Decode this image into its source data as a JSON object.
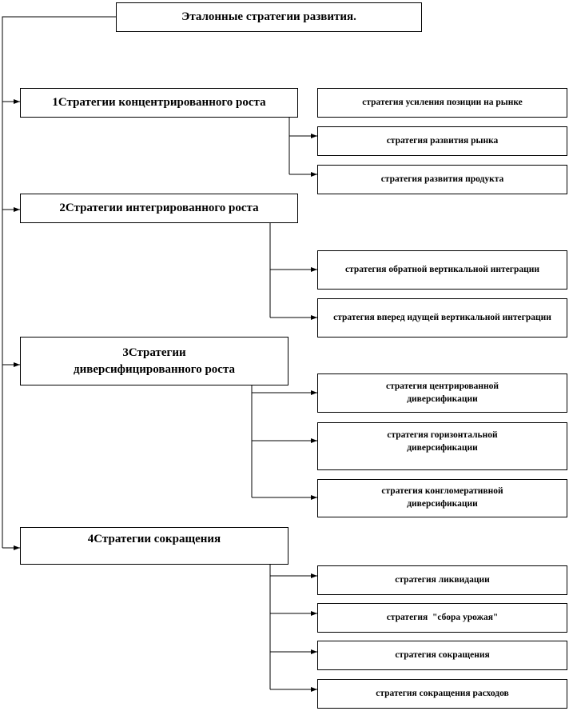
{
  "title": "Эталонные стратегии развития.",
  "groups": [
    {
      "label": "1Стратегии концентрированного роста",
      "children": [
        "стратегия усиления позиции на рынке",
        "стратегия развития рынка",
        "стратегия развития продукта"
      ]
    },
    {
      "label": "2Стратегии интегрированного роста",
      "children": [
        "стратегия обратной вертикальной интеграции",
        "стратегия вперед идущей вертикальной интеграции"
      ]
    },
    {
      "label": "3Стратегии диверсифицированного роста",
      "children": [
        "стратегия центрированной диверсификации",
        "стратегия горизонтальной диверсификации",
        "стратегия конгломеративной диверсификации"
      ]
    },
    {
      "label": "4Стратегии сокращения",
      "children": [
        "стратегия ликвидации",
        "стратегия  \"сбора урожая\"",
        "стратегия сокращения",
        "стратегия сокращения расходов"
      ]
    }
  ]
}
